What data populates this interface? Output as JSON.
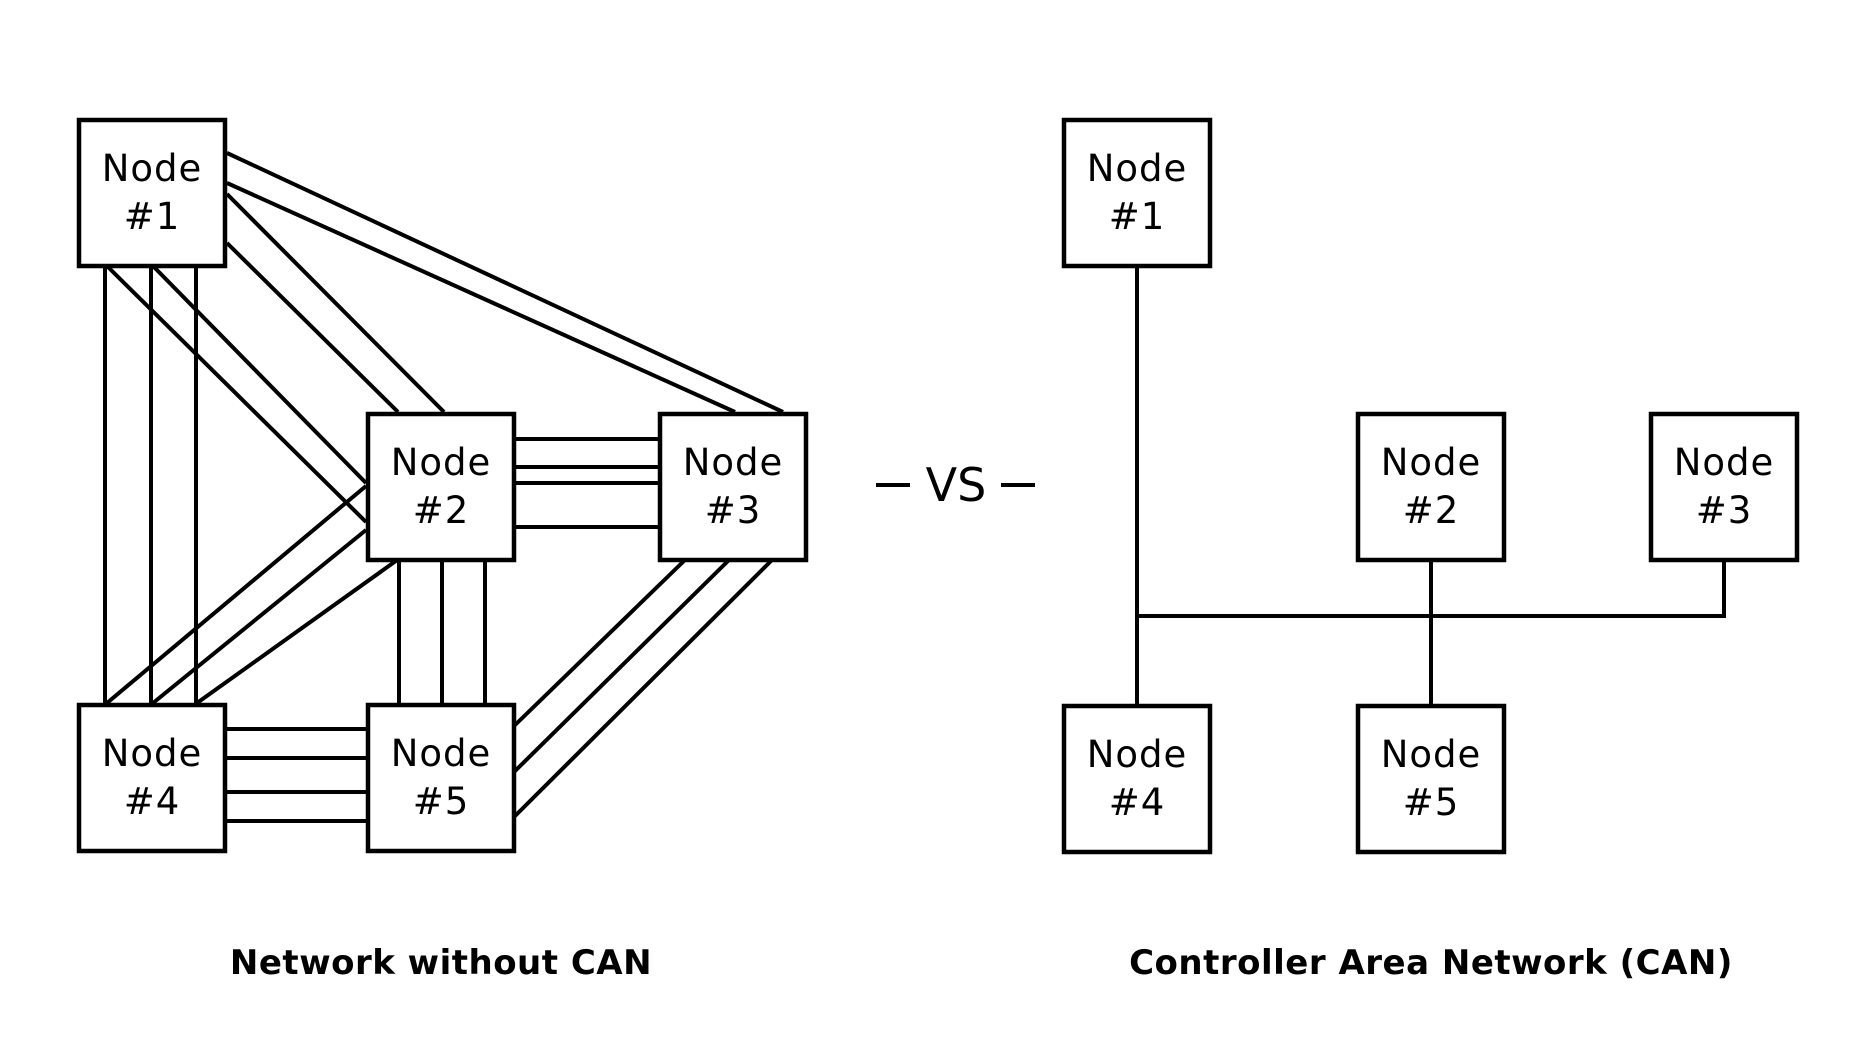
{
  "colors": {
    "background": "#ffffff",
    "ink": "#000000"
  },
  "separator": {
    "label": "VS"
  },
  "left_diagram": {
    "caption": "Network without CAN",
    "topology": "fully-meshed point-to-point wiring",
    "nodes": [
      {
        "id": "n1",
        "line1": "Node",
        "line2": "#1"
      },
      {
        "id": "n2",
        "line1": "Node",
        "line2": "#2"
      },
      {
        "id": "n3",
        "line1": "Node",
        "line2": "#3"
      },
      {
        "id": "n4",
        "line1": "Node",
        "line2": "#4"
      },
      {
        "id": "n5",
        "line1": "Node",
        "line2": "#5"
      }
    ],
    "connections": [
      {
        "from": "n1",
        "to": "n2",
        "wires": 2
      },
      {
        "from": "n1",
        "to": "n3",
        "wires": 2
      },
      {
        "from": "n1",
        "to": "n4",
        "wires": 3
      },
      {
        "from": "n1",
        "to": "n2-left",
        "wires": 2
      },
      {
        "from": "n2",
        "to": "n3",
        "wires": 4
      },
      {
        "from": "n2",
        "to": "n4",
        "wires": 3
      },
      {
        "from": "n2",
        "to": "n5",
        "wires": 3
      },
      {
        "from": "n3",
        "to": "n5",
        "wires": 3
      },
      {
        "from": "n4",
        "to": "n5",
        "wires": 4
      }
    ]
  },
  "right_diagram": {
    "caption": "Controller Area Network (CAN)",
    "topology": "shared bus",
    "nodes": [
      {
        "id": "c1",
        "line1": "Node",
        "line2": "#1"
      },
      {
        "id": "c2",
        "line1": "Node",
        "line2": "#2"
      },
      {
        "id": "c3",
        "line1": "Node",
        "line2": "#3"
      },
      {
        "id": "c4",
        "line1": "Node",
        "line2": "#4"
      },
      {
        "id": "c5",
        "line1": "Node",
        "line2": "#5"
      }
    ]
  }
}
